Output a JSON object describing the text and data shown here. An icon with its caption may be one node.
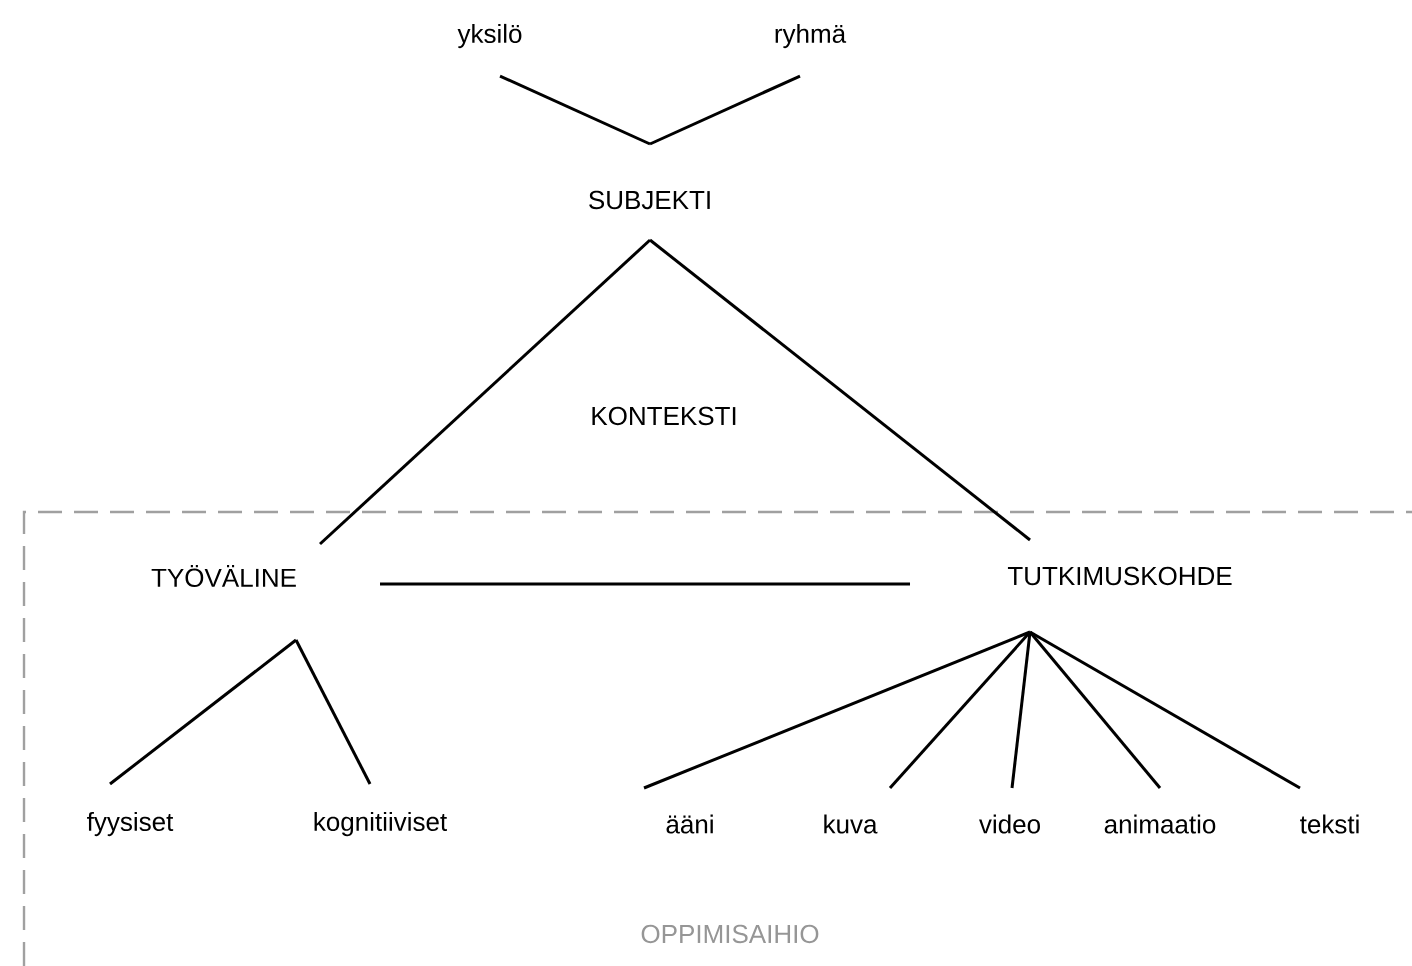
{
  "diagram": {
    "nodes": [
      {
        "text": [
          "yksilö"
        ]
      },
      {
        "text": [
          "ryhmä"
        ]
      },
      {
        "text": [
          "SUBJEKTI"
        ]
      },
      {
        "text": [
          "OPPIMISAIHIO"
        ]
      },
      {
        "text": [
          "TYÖVÄLINE"
        ],
        "in": 3
      },
      {
        "text": [
          "TUTKIMUSKOHDE"
        ],
        "in": 3
      },
      {
        "text": [
          "fyysiset"
        ],
        "in": 3
      },
      {
        "text": [
          "kognitiiviset"
        ],
        "in": 3
      },
      {
        "text": [
          "ääni"
        ],
        "in": 3
      },
      {
        "text": [
          "kuva"
        ],
        "in": 3
      },
      {
        "text": [
          "video"
        ],
        "in": 3
      },
      {
        "text": [
          "animaatio"
        ],
        "in": 3
      },
      {
        "text": [
          "teksti"
        ],
        "in": 3
      }
    ],
    "edges": [
      {
        "from": 0,
        "to": 2,
        "arrow": "none"
      },
      {
        "from": 1,
        "to": 2,
        "arrow": "none"
      },
      {
        "from": 2,
        "to": 4,
        "arrow": "none"
      },
      {
        "from": 2,
        "to": 5,
        "arrow": "none"
      },
      {
        "from": 4,
        "to": 5,
        "arrow": "none"
      },
      {
        "from": 4,
        "to": 6,
        "arrow": "none"
      },
      {
        "from": 4,
        "to": 7,
        "arrow": "none"
      },
      {
        "from": 5,
        "to": 8,
        "arrow": "none"
      },
      {
        "from": 5,
        "to": 9,
        "arrow": "none"
      },
      {
        "from": 5,
        "to": 10,
        "arrow": "none"
      },
      {
        "from": 5,
        "to": 11,
        "arrow": "none"
      },
      {
        "from": 5,
        "to": 12,
        "arrow": "none"
      }
    ],
    "labels": [
      "KONTEKSTI"
    ]
  }
}
